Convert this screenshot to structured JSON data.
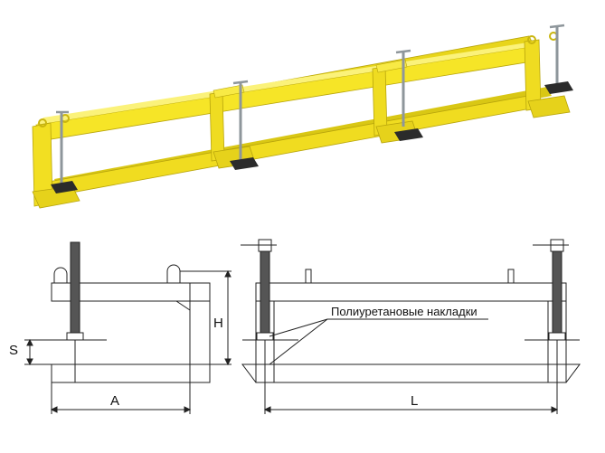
{
  "labels": {
    "dim_s": "S",
    "dim_h": "H",
    "dim_a": "A",
    "dim_l": "L",
    "callout": "Полиуретановые накладки"
  },
  "colors": {
    "frame": "#f4e225",
    "frame_dark": "#c9b50f",
    "frame_top": "#fbf27a",
    "screw": "#8e969b",
    "pad": "#2b2b2b",
    "line": "#222222"
  }
}
